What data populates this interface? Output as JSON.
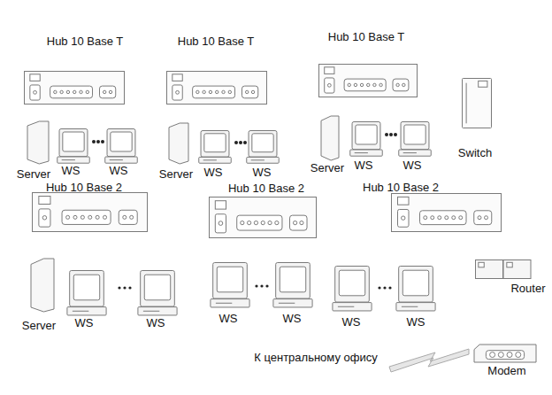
{
  "diagram": {
    "nodes": [
      {
        "text": [
          "Hub 10 Base T"
        ]
      },
      {
        "text": [
          "Hub 10 Base T"
        ]
      },
      {
        "text": [
          "Hub 10 Base T"
        ]
      },
      {
        "text": [
          "Server"
        ]
      },
      {
        "text": [
          "WS"
        ]
      },
      {
        "text": [
          "WS"
        ]
      },
      {
        "text": [
          "Server"
        ]
      },
      {
        "text": [
          "WS"
        ]
      },
      {
        "text": [
          "WS"
        ]
      },
      {
        "text": [
          "Server"
        ]
      },
      {
        "text": [
          "WS"
        ]
      },
      {
        "text": [
          "WS"
        ]
      },
      {
        "text": [
          "Switch"
        ]
      },
      {
        "text": [
          "Hub 10 Base 2"
        ]
      },
      {
        "text": [
          "Hub 10 Base 2"
        ]
      },
      {
        "text": [
          "Hub 10 Base 2"
        ]
      },
      {
        "text": [
          "Server"
        ]
      },
      {
        "text": [
          "WS"
        ]
      },
      {
        "text": [
          "WS"
        ]
      },
      {
        "text": [
          "WS"
        ]
      },
      {
        "text": [
          "WS"
        ]
      },
      {
        "text": [
          "WS"
        ]
      },
      {
        "text": [
          "WS"
        ]
      },
      {
        "text": [
          "Router"
        ]
      },
      {
        "text": [
          "Modem"
        ]
      }
    ],
    "labels": [
      "К центральному офису"
    ]
  }
}
